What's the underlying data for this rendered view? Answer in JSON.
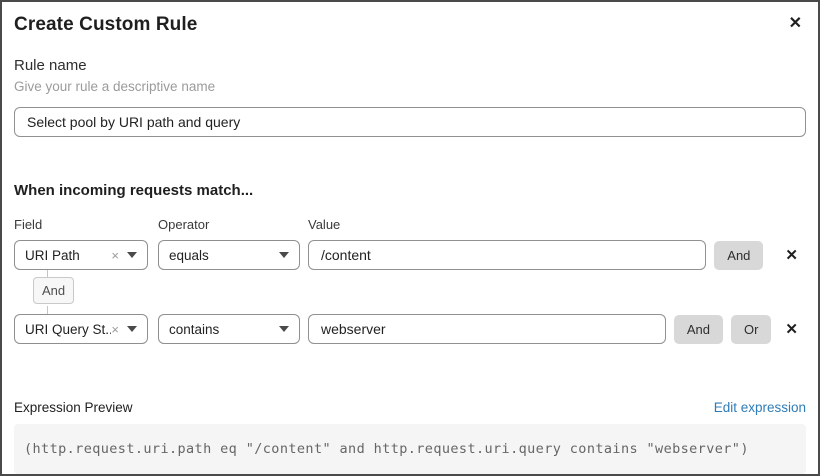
{
  "dialog": {
    "title": "Create Custom Rule"
  },
  "icons": {
    "close": "✕",
    "clear_option": "×",
    "delete_row": "✕"
  },
  "rule_name": {
    "label": "Rule name",
    "helper": "Give your rule a descriptive name",
    "value": "Select pool by URI path and query"
  },
  "match": {
    "heading": "When incoming requests match...",
    "columns": {
      "field": "Field",
      "operator": "Operator",
      "value": "Value"
    },
    "connector": "And",
    "rows": [
      {
        "field": "URI Path",
        "operator": "equals",
        "value": "/content",
        "and_label": "And"
      },
      {
        "field": "URI Query St...",
        "operator": "contains",
        "value": "webserver",
        "and_label": "And",
        "or_label": "Or"
      }
    ]
  },
  "expression": {
    "label": "Expression Preview",
    "edit_link": "Edit expression",
    "code": "(http.request.uri.path eq \"/content\" and http.request.uri.query contains \"webserver\")"
  },
  "colors": {
    "link": "#2f7cb6",
    "button_bg": "#d8d8d8",
    "code_bg": "#f5f5f5",
    "border": "#8f8f8f"
  }
}
